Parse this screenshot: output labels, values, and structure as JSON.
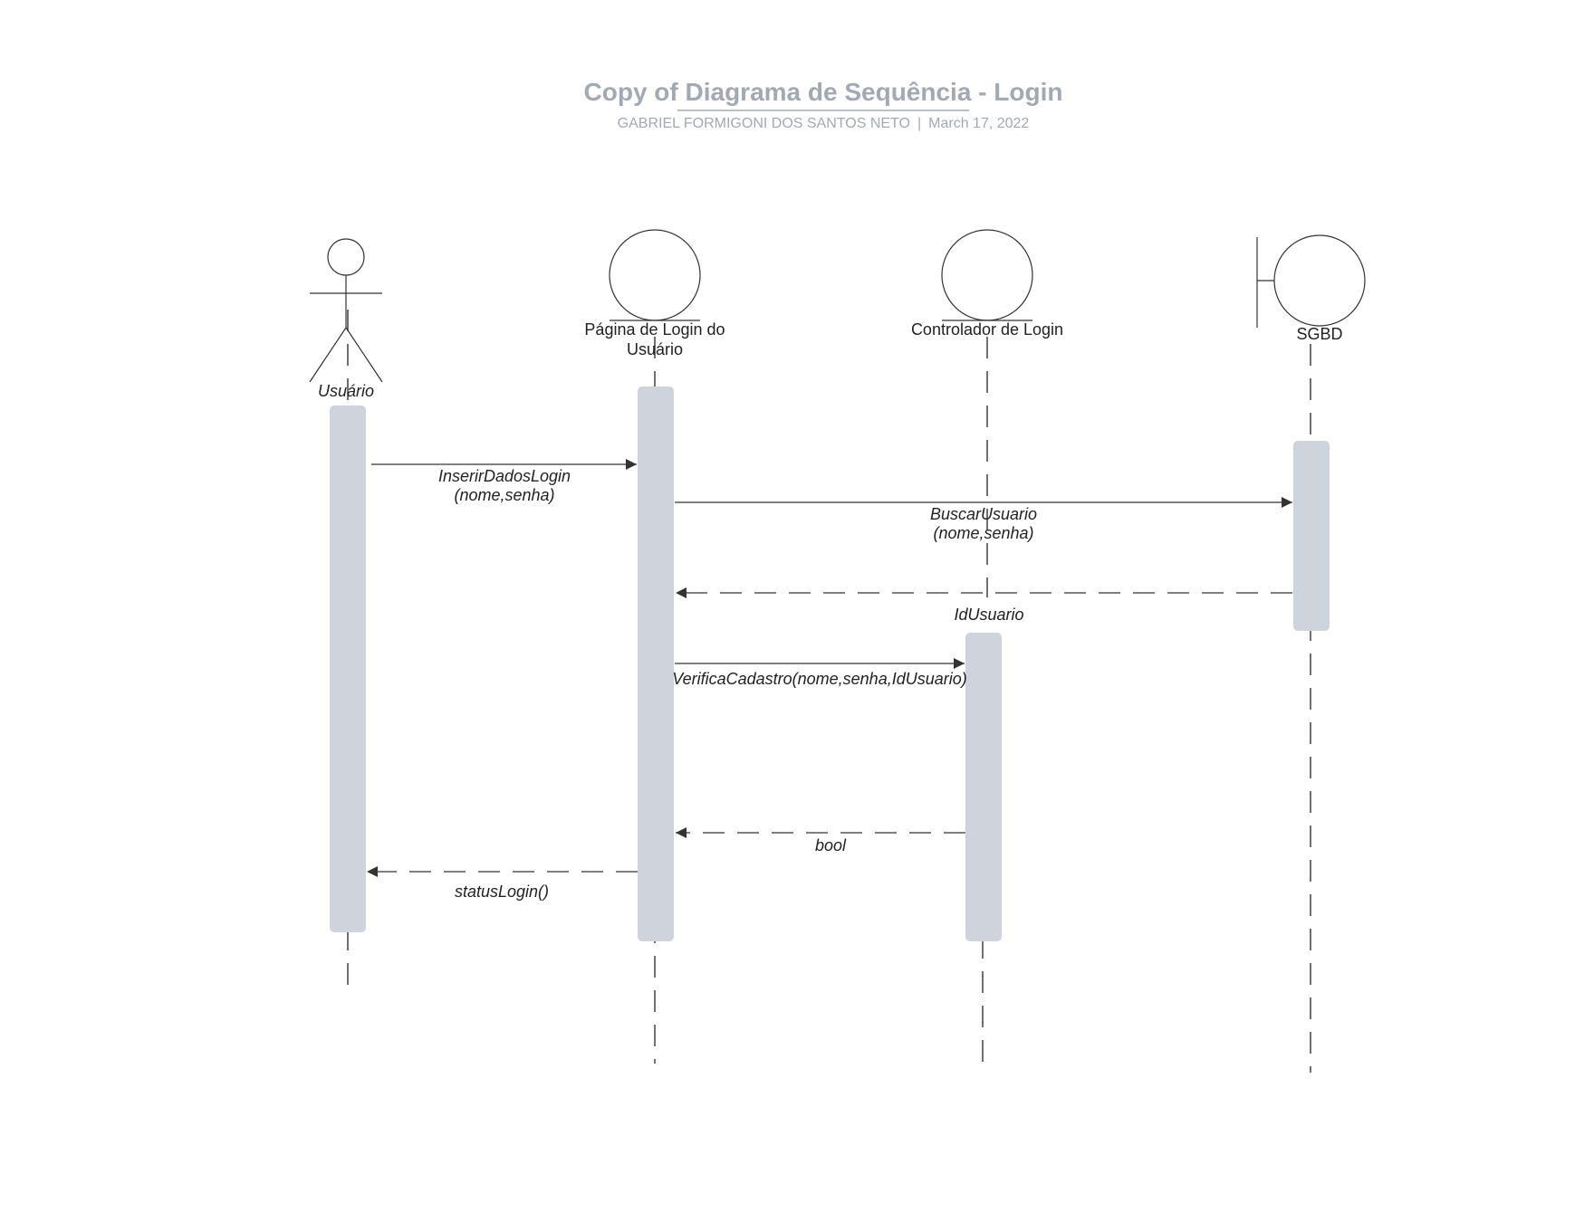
{
  "header": {
    "title": "Copy of Diagrama de Sequência - Login",
    "author": "GABRIEL FORMIGONI DOS SANTOS NETO",
    "separator": "|",
    "date": "March 17, 2022"
  },
  "participants": {
    "user": {
      "label": "Usuário",
      "kind": "actor"
    },
    "page": {
      "label_line1": "Página de Login do",
      "label_line2": "Usuário",
      "kind": "entity"
    },
    "controller": {
      "label": "Controlador de Login",
      "kind": "entity"
    },
    "sgbd": {
      "label": "SGBD",
      "kind": "boundary"
    }
  },
  "messages": {
    "m1": {
      "line1": "InserirDadosLogin",
      "line2": "(nome,senha)",
      "type": "sync"
    },
    "m2": {
      "line1": "BuscarUsuario",
      "line2": "(nome,senha)",
      "type": "sync"
    },
    "m3": {
      "label": "IdUsuario",
      "type": "return"
    },
    "m4": {
      "label": "VerificaCadastro(nome,senha,IdUsuario)",
      "type": "sync"
    },
    "m5": {
      "label": "bool",
      "type": "return"
    },
    "m6": {
      "label": "statusLogin()",
      "type": "return"
    }
  },
  "colors": {
    "activation": "#cfd4dc",
    "line": "#333333",
    "header_text": "#a3a9b3"
  }
}
